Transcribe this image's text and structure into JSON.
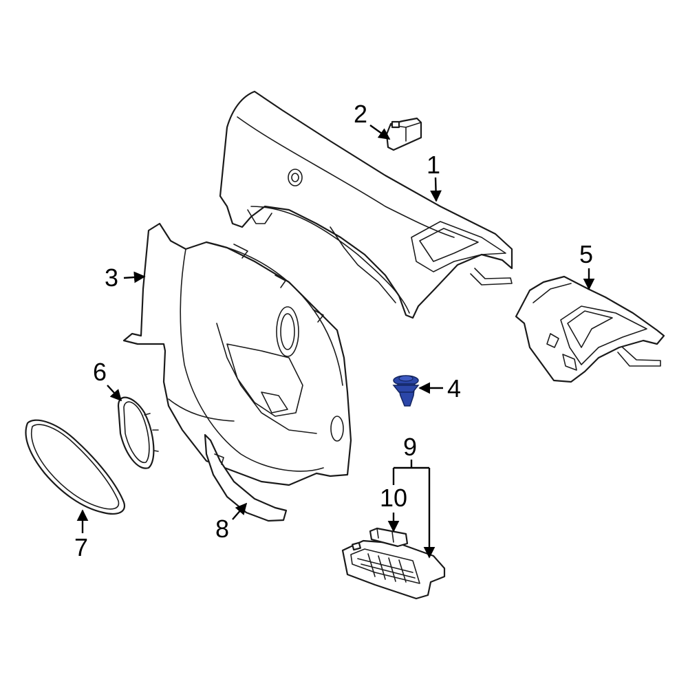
{
  "diagram": {
    "highlight_color": "#2b46a8",
    "line_color": "#1a1a1a",
    "callouts": [
      {
        "id": "1",
        "label": "1"
      },
      {
        "id": "2",
        "label": "2"
      },
      {
        "id": "3",
        "label": "3"
      },
      {
        "id": "4",
        "label": "4"
      },
      {
        "id": "5",
        "label": "5"
      },
      {
        "id": "6",
        "label": "6"
      },
      {
        "id": "7",
        "label": "7"
      },
      {
        "id": "8",
        "label": "8"
      },
      {
        "id": "9",
        "label": "9"
      },
      {
        "id": "10",
        "label": "10"
      }
    ]
  }
}
